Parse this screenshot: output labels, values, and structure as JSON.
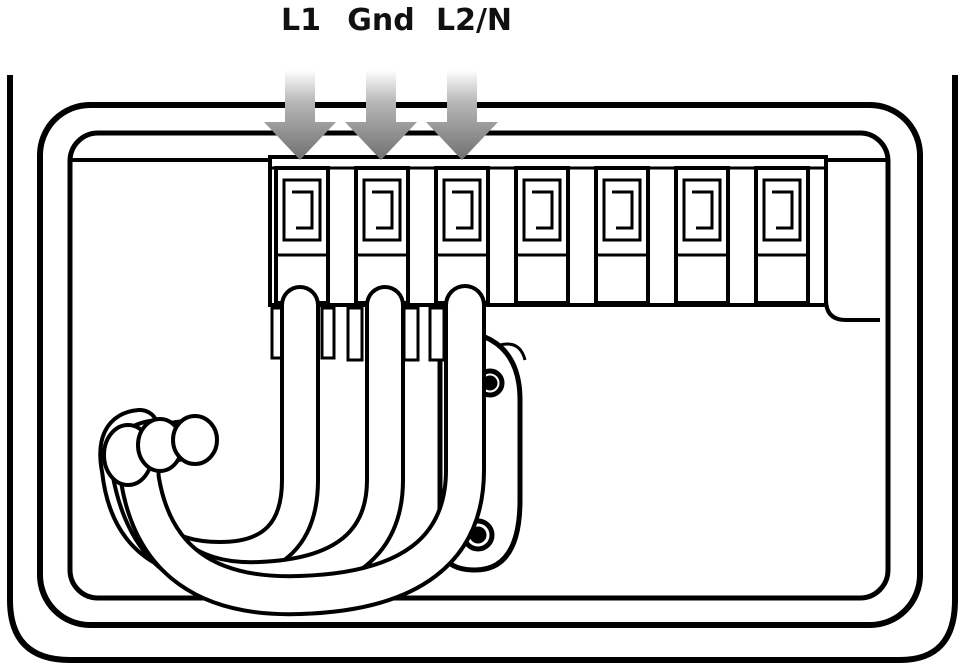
{
  "labels": {
    "l1": "L1",
    "gnd": "Gnd",
    "l2n": "L2/N"
  },
  "terminal_count": 7,
  "colors": {
    "line": "#000000",
    "background": "#ffffff",
    "arrow": "#8a8a8a"
  }
}
